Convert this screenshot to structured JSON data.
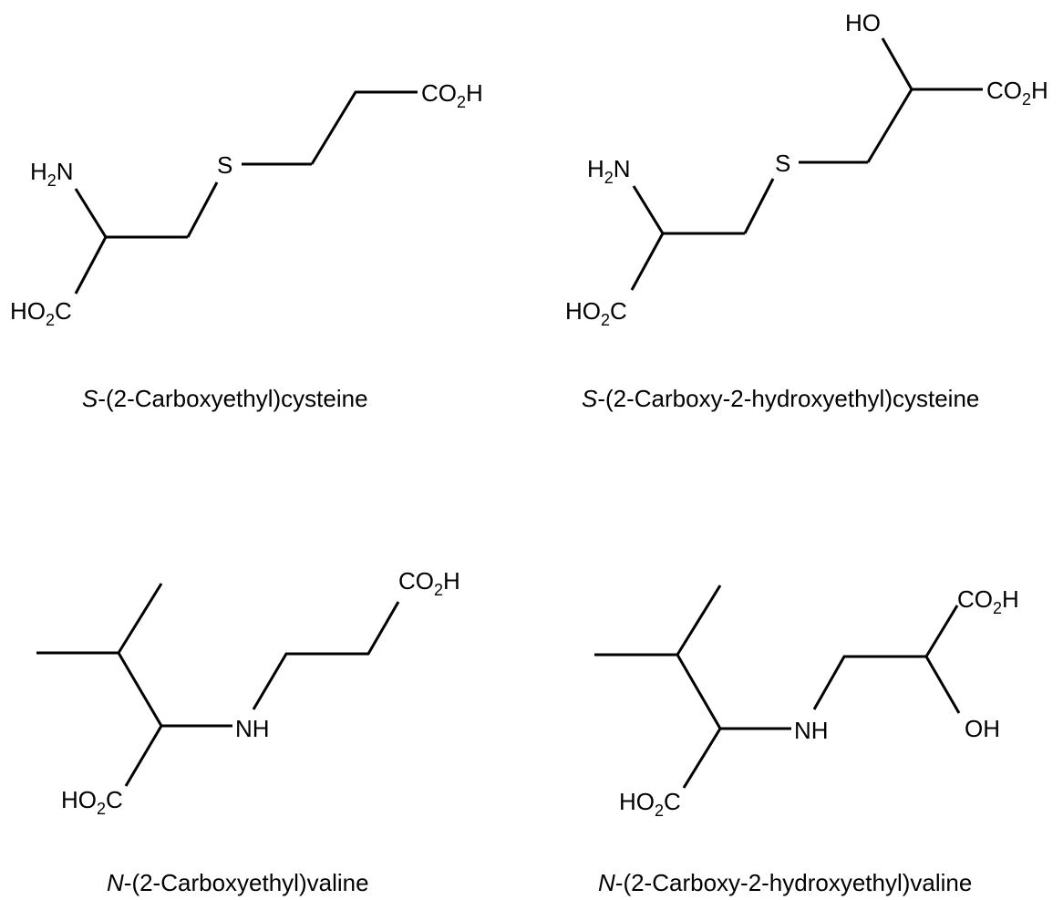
{
  "molecules": [
    {
      "caption": {
        "prefix": "S",
        "rest": "-(2-Carboxyethyl)cysteine"
      },
      "labels": {
        "amine": {
          "main": "H",
          "sub": "2",
          "end": "N"
        },
        "acid_left": {
          "main": "HO",
          "sub": "2",
          "end": "C"
        },
        "sulfur": "S",
        "acid_right": {
          "main": "CO",
          "sub": "2",
          "end": "H"
        }
      }
    },
    {
      "caption": {
        "prefix": "S",
        "rest": "-(2-Carboxy-2-hydroxyethyl)cysteine"
      },
      "labels": {
        "amine": {
          "main": "H",
          "sub": "2",
          "end": "N"
        },
        "acid_left": {
          "main": "HO",
          "sub": "2",
          "end": "C"
        },
        "sulfur": "S",
        "hydroxyl": "HO",
        "acid_right": {
          "main": "CO",
          "sub": "2",
          "end": "H"
        }
      }
    },
    {
      "caption": {
        "prefix": "N",
        "rest": "-(2-Carboxyethyl)valine"
      },
      "labels": {
        "imine": "NH",
        "acid_left": {
          "main": "HO",
          "sub": "2",
          "end": "C"
        },
        "acid_right": {
          "main": "CO",
          "sub": "2",
          "end": "H"
        }
      }
    },
    {
      "caption": {
        "prefix": "N",
        "rest": "-(2-Carboxy-2-hydroxyethyl)valine"
      },
      "labels": {
        "imine": "NH",
        "acid_left": {
          "main": "HO",
          "sub": "2",
          "end": "C"
        },
        "hydroxyl": "OH",
        "acid_right": {
          "main": "CO",
          "sub": "2",
          "end": "H"
        }
      }
    }
  ]
}
